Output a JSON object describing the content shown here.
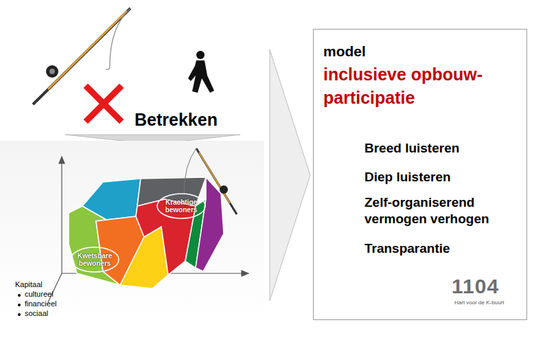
{
  "diagram": {
    "nodes": [
      {
        "text": [
          "model",
          "inclusieve opbouw-participatie",
          "Breed luisteren",
          "Diep luisteren",
          "Zelf-organiserend vermogen verhogen",
          "Transparantie"
        ]
      },
      {
        "text": [
          "Krachtige bewoners"
        ]
      },
      {
        "text": [
          "Kwetsbare bewoners"
        ]
      }
    ],
    "labels": [
      "Betrekken",
      "Kapitaal",
      "cultureel",
      "financieel",
      "sociaal",
      "1104",
      "Hart voor de K-buurt"
    ]
  }
}
